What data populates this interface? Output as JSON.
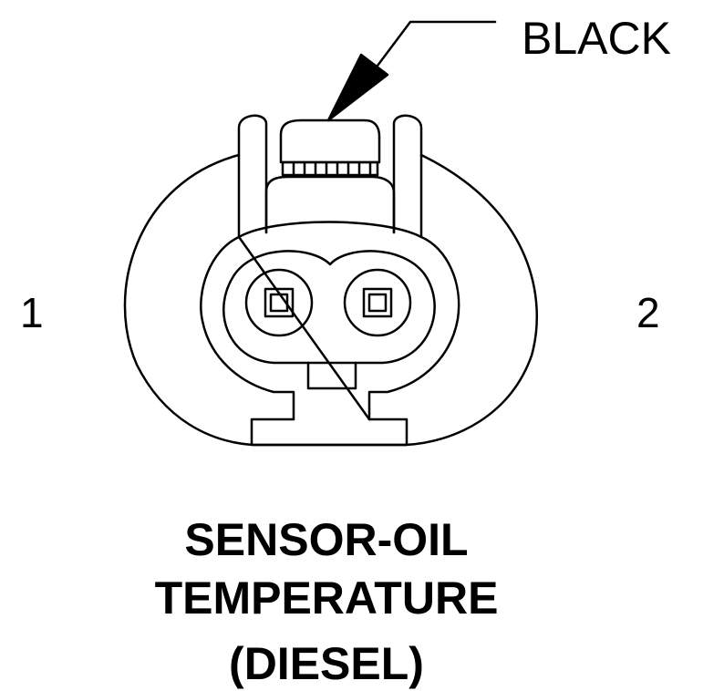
{
  "callout": {
    "wire_color": "BLACK"
  },
  "pins": [
    {
      "number": "1"
    },
    {
      "number": "2"
    }
  ],
  "caption": {
    "line1": "SENSOR-OIL",
    "line2": "TEMPERATURE",
    "line3": "(DIESEL)"
  }
}
